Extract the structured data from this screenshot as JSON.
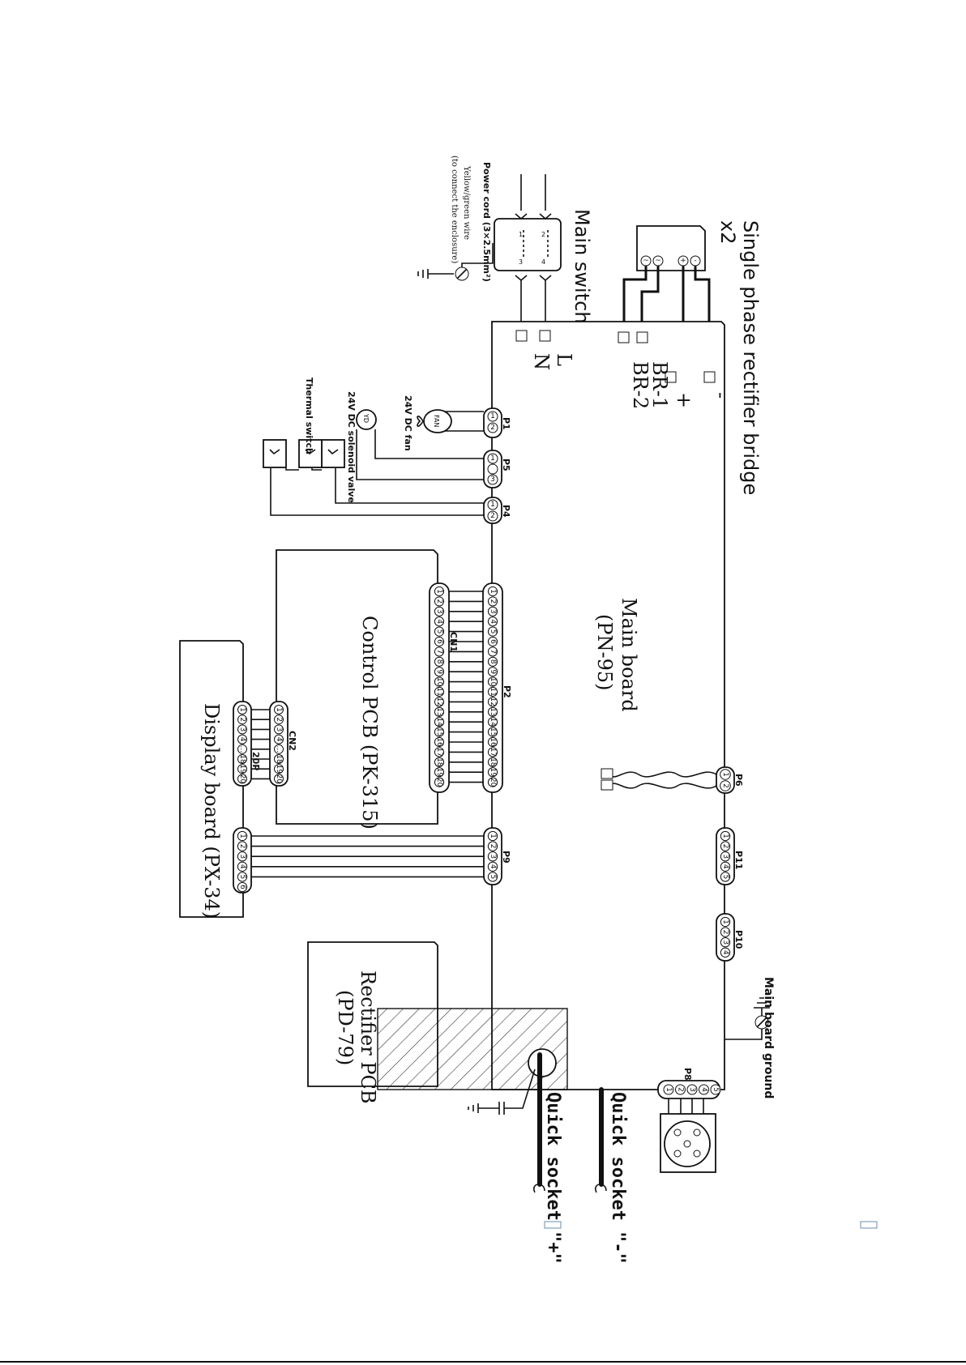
{
  "labels": {
    "rectifier_bridge": "Single phase rectifier bridge",
    "rectifier_bridge_qty": "x2",
    "main_switch": "Main switch",
    "power_cord": "Power cord (3×2.5mm²)",
    "yg_wire": "Yellow/green wire",
    "yg_wire_note": "(to connect the enclosure)",
    "term_l": "L",
    "term_n": "N",
    "term_br1": "BR-1",
    "term_br2": "BR-2",
    "term_plus": "+",
    "term_minus": "-",
    "fan": "24V DC fan",
    "fan_symbol": "FAN",
    "solenoid": "24V DC solenoid valve",
    "solenoid_symbol": "YD",
    "thermal": "Thermal switch",
    "main_board": "Main board",
    "main_board_model": "(PN-95)",
    "control_pcb": "Control PCB (PK-315)",
    "display_board": "Display board (PX-34)",
    "rectifier_pcb": "Rectifier PCB",
    "rectifier_pcb_model": "(PD-79)",
    "main_board_ground": "Main board ground",
    "quick_socket_minus": "Quick socket \"-\"",
    "quick_socket_plus": "Quick socket \"+\"",
    "conn_p1": "P1",
    "conn_p5": "P5",
    "conn_p4": "P4",
    "conn_p2": "P2",
    "conn_cn1": "CN1",
    "conn_cn2": "CN2",
    "conn_20p": "20P",
    "conn_p6": "P6",
    "conn_p11": "P11",
    "conn_p10": "P10",
    "conn_p9": "P9",
    "conn_p8": "P8",
    "ellipsis": "···",
    "bridge_pins": [
      "~",
      "~",
      "+",
      "-"
    ],
    "switch_poles": [
      "1",
      "2",
      "3",
      "4"
    ]
  },
  "pins": {
    "p1": [
      "1",
      "2"
    ],
    "p5": [
      "1",
      "",
      "3"
    ],
    "p4": [
      "1",
      "2"
    ],
    "p2": [
      "1",
      "2",
      "3",
      "4",
      "5",
      "6",
      "7",
      "8",
      "9",
      "10",
      "11",
      "12",
      "13",
      "14",
      "15",
      "16",
      "17",
      "18",
      "19",
      "20"
    ],
    "cn1": [
      "1",
      "2",
      "3",
      "4",
      "5",
      "6",
      "7",
      "8",
      "9",
      "10",
      "11",
      "12",
      "13",
      "14",
      "15",
      "16",
      "17",
      "18",
      "19",
      "20"
    ],
    "cn2": [
      "1",
      "2",
      "3",
      "4",
      "...",
      "18",
      "19",
      "20"
    ],
    "disp20": [
      "1",
      "2",
      "3",
      "4",
      "...",
      "18",
      "19",
      "20"
    ],
    "p9": [
      "1",
      "2",
      "3",
      "4",
      "5"
    ],
    "disp6": [
      "1",
      "2",
      "3",
      "4",
      "5",
      "6"
    ],
    "p6": [
      "1",
      "2"
    ],
    "p11": [
      "1",
      "2",
      "3",
      "4",
      "5"
    ],
    "p10": [
      "1",
      "2",
      "3",
      "4"
    ],
    "p8": [
      "1",
      "2",
      "3",
      "4",
      "5"
    ]
  }
}
